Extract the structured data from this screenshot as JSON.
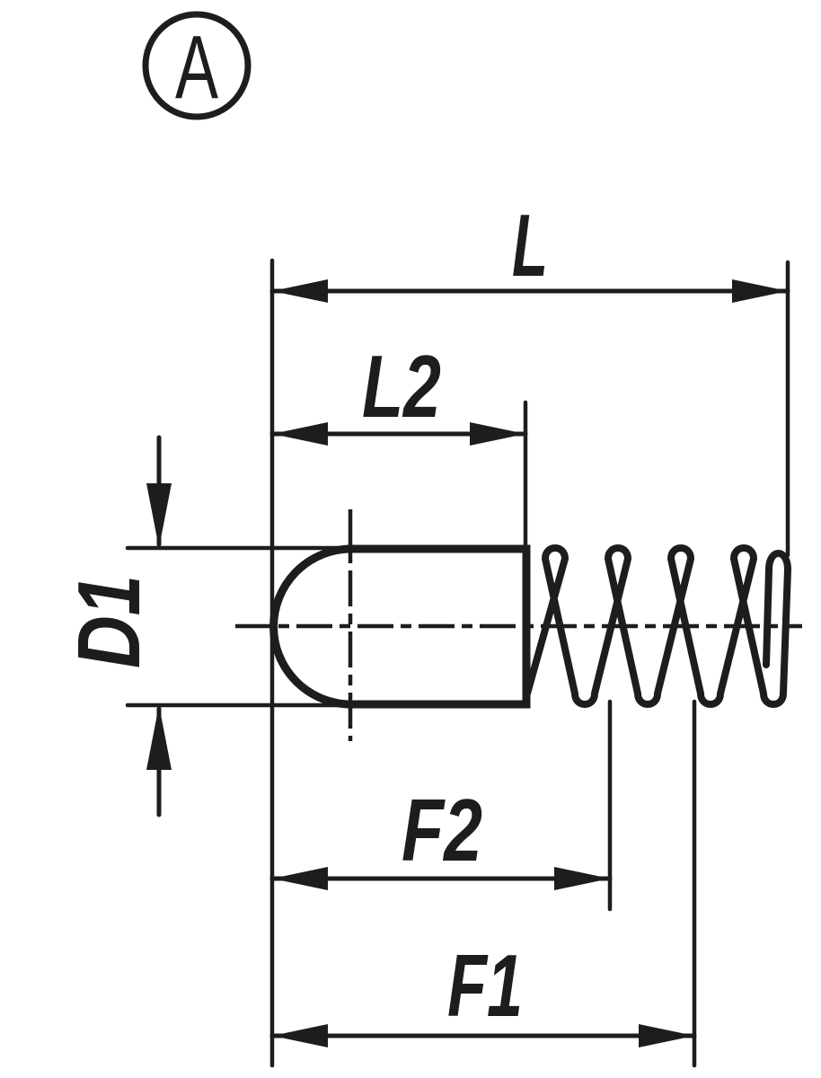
{
  "page": {
    "background_color": "#ffffff",
    "line_color": "#1d1d1b"
  },
  "detail_marker": {
    "label": "A"
  },
  "dimension_labels": {
    "overall_length": "L",
    "pin_length": "L2",
    "pin_diameter": "D1",
    "travel_f2": "F2",
    "travel_f1": "F1"
  }
}
